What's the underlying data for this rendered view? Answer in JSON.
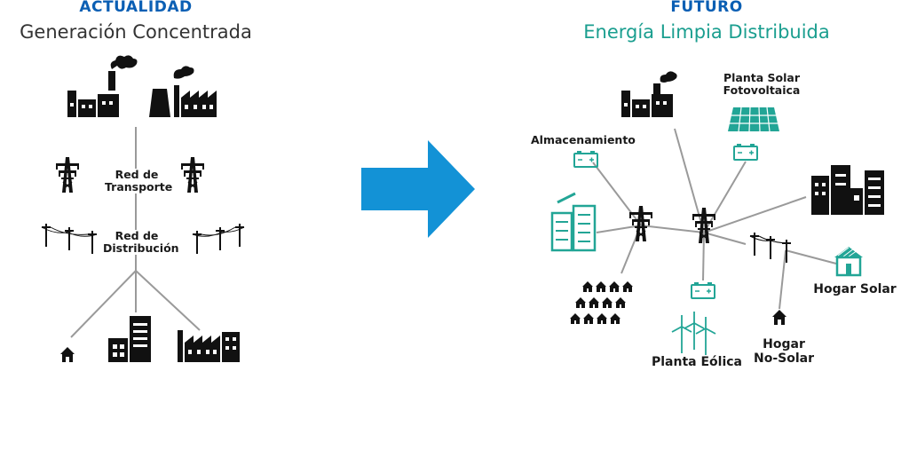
{
  "current": {
    "kicker": "ACTUALIDAD",
    "subtitle": "Generación Concentrada",
    "transport_label": "Red de\nTransporte",
    "distribution_label": "Red de\nDistribución"
  },
  "future": {
    "kicker": "FUTURO",
    "subtitle": "Energía Limpia Distribuida",
    "solar_plant_label": "Planta Solar\nFotovoltaica",
    "storage_label": "Almacenamiento",
    "solar_home_label": "Hogar Solar",
    "non_solar_home_label": "Hogar\nNo-Solar",
    "wind_plant_label": "Planta Eólica"
  },
  "colors": {
    "kicker_blue": "#0b5fb4",
    "subtitle_current": "#333333",
    "subtitle_future": "#1a9e8f",
    "accent_teal": "#22a596",
    "arrow_blue": "#1392d6",
    "icon_dark": "#111111",
    "line_gray": "#9a9a9a"
  }
}
